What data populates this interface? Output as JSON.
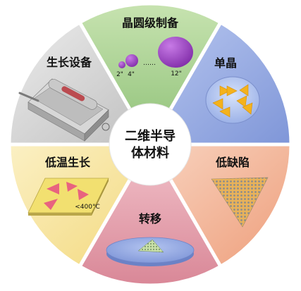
{
  "center": {
    "line1": "二维半导",
    "line2": "体材料"
  },
  "segments": {
    "wafer": {
      "label": "晶圆级制备",
      "sizes": [
        "2\"",
        "4\"",
        "12\""
      ],
      "dots": "……"
    },
    "single_crystal": {
      "label": "单晶"
    },
    "low_defect": {
      "label": "低缺陷"
    },
    "transfer": {
      "label": "转移"
    },
    "low_temp": {
      "label": "低温生长",
      "temperature": "<400°C"
    },
    "equipment": {
      "label": "生长设备"
    }
  },
  "colors": {
    "wafer_bg": "#a8d08d",
    "single_crystal_bg": "#8fa8e0",
    "low_defect_bg": "#f2b89a",
    "transfer_bg": "#e2a3ae",
    "low_temp_bg": "#f5e3a0",
    "equipment_bg": "#d4d4d4",
    "wafer_disc": "#9b3fc0",
    "crystal_triangle": "#f4b21d",
    "film": "#f0a6b8",
    "center_bg": "#ffffff"
  }
}
